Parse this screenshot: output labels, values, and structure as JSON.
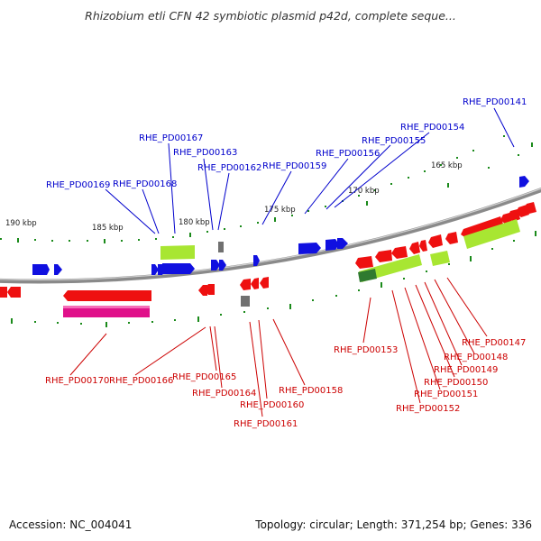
{
  "title": "Rhizobium etli CFN 42 symbiotic plasmid p42d, complete seque...",
  "footer": {
    "accession": "Accession: NC_004041",
    "summary": "Topology: circular; Length: 371,254 bp; Genes: 336"
  },
  "scale_labels": [
    "190 kbp",
    "185 kbp",
    "180 kbp",
    "175 kbp",
    "170 kbp",
    "165 kbp"
  ],
  "top_gene_labels": [
    "RHE_PD00141",
    "RHE_PD00154",
    "RHE_PD00155",
    "RHE_PD00156",
    "RHE_PD00159",
    "RHE_PD00162",
    "RHE_PD00163",
    "RHE_PD00167",
    "RHE_PD00168",
    "RHE_PD00169"
  ],
  "bottom_gene_labels": [
    "RHE_PD00147",
    "RHE_PD00148",
    "RHE_PD00149",
    "RHE_PD00150",
    "RHE_PD00151",
    "RHE_PD00152",
    "RHE_PD00153",
    "RHE_PD00158",
    "RHE_PD00160",
    "RHE_PD00161",
    "RHE_PD00164",
    "RHE_PD00165",
    "RHE_PD00166",
    "RHE_PD00170"
  ],
  "colors": {
    "forward_gene": "#1010e0",
    "reverse_gene": "#ee1010",
    "lime_feature": "#a8e632",
    "magenta_feature": "#e0108a",
    "gray_feature": "#707070",
    "backbone": "#8a8a8a",
    "tick": "#1a8a1a",
    "top_label": "#0000cc",
    "bottom_label": "#cc0000"
  }
}
